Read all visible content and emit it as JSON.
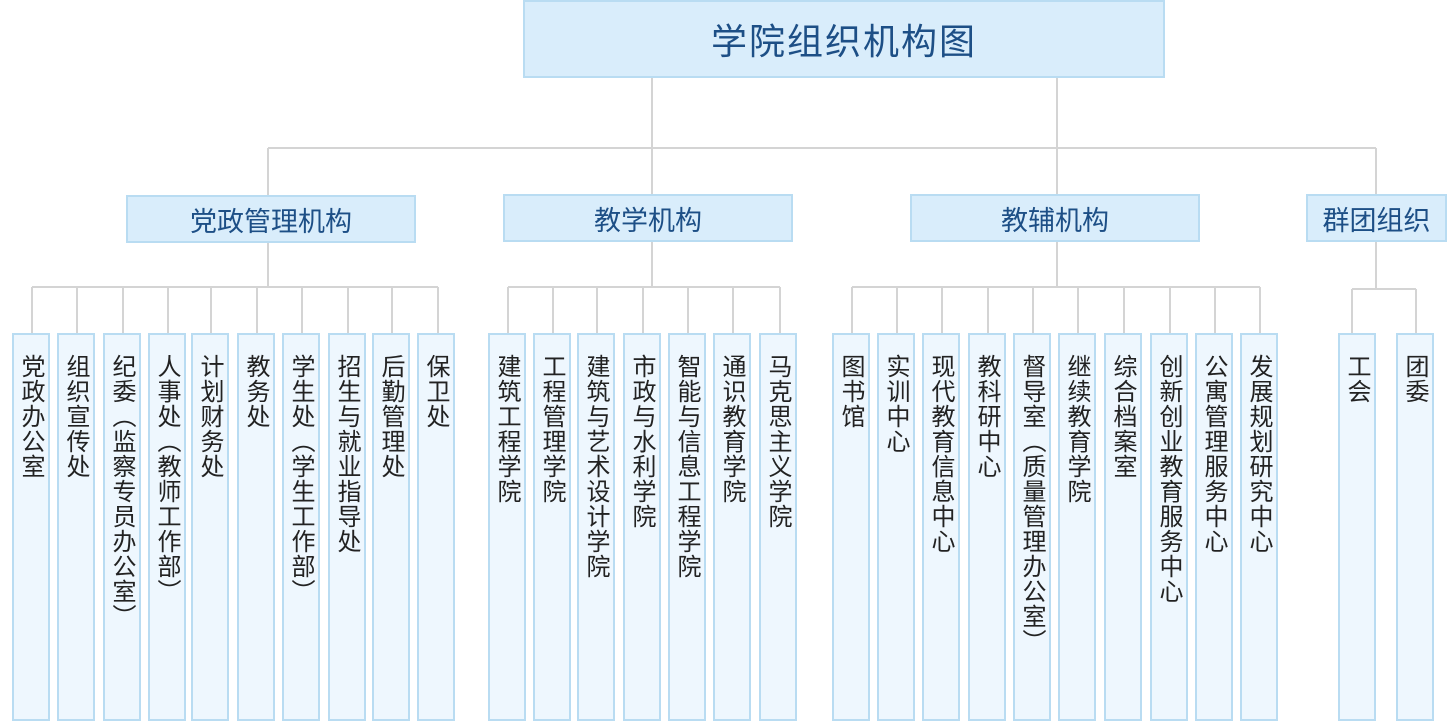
{
  "root": {
    "title": "学院组织机构图"
  },
  "categories": [
    {
      "name": "党政管理机构",
      "units": [
        "党政办公室",
        "组织宣传处",
        "纪委（监察专员办公室）",
        "人事处（教师工作部）",
        "计划财务处",
        "教务处",
        "学生处（学生工作部）",
        "招生与就业指导处",
        "后勤管理处",
        "保卫处"
      ]
    },
    {
      "name": "教学机构",
      "units": [
        "建筑工程学院",
        "工程管理学院",
        "建筑与艺术设计学院",
        "市政与水利学院",
        "智能与信息工程学院",
        "通识教育学院",
        "马克思主义学院"
      ]
    },
    {
      "name": "教辅机构",
      "units": [
        "图书馆",
        "实训中心",
        "现代教育信息中心",
        "教科研中心",
        "督导室（质量管理办公室）",
        "继续教育学院",
        "综合档案室",
        "创新创业教育服务中心",
        "公寓管理服务中心",
        "发展规划研究中心"
      ]
    },
    {
      "name": "群团组织",
      "units": [
        "工会",
        "团委"
      ]
    }
  ],
  "colors": {
    "box_fill": "#d9edfb",
    "leaf_fill": "#eef7fe",
    "border": "#b9dcf2",
    "heading_text": "#1d4f86",
    "leaf_text": "#222222",
    "connector": "#d4d4d4"
  }
}
